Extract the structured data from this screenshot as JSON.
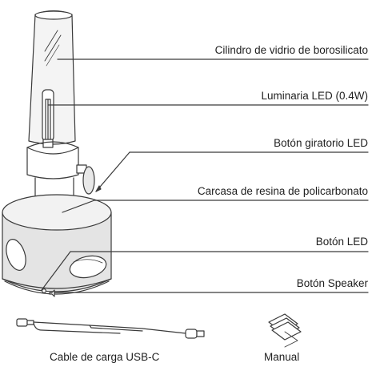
{
  "labels": {
    "cylinder": "Cilindro de vidrio de borosilicato",
    "led_luminaire": "Luminaria LED (0.4W)",
    "rotary_button": "Botón giratorio LED",
    "housing": "Carcasa de resina de policarbonato",
    "led_button": "Botón LED",
    "speaker_button": "Botón Speaker"
  },
  "accessories": {
    "cable": "Cable de carga USB-C",
    "manual": "Manual"
  },
  "colors": {
    "line": "#3a3a3a",
    "housing_fill": "#e4e4e4",
    "housing_fill_light": "#f2f2f2",
    "glass_fill": "#f4f4f4"
  }
}
